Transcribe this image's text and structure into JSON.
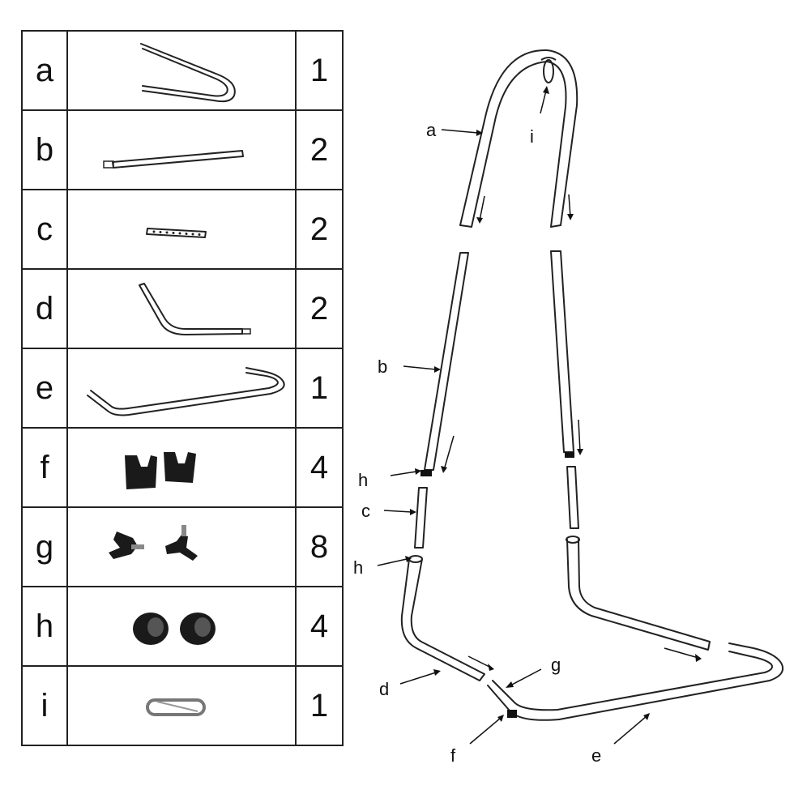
{
  "parts": [
    {
      "letter": "a",
      "qty": "1",
      "icon": "u-tube-icon"
    },
    {
      "letter": "b",
      "qty": "2",
      "icon": "straight-tube-icon"
    },
    {
      "letter": "c",
      "qty": "2",
      "icon": "perforated-tube-icon"
    },
    {
      "letter": "d",
      "qty": "2",
      "icon": "bent-tube-icon"
    },
    {
      "letter": "e",
      "qty": "1",
      "icon": "base-tube-icon"
    },
    {
      "letter": "f",
      "qty": "4",
      "icon": "foot-clip-icon"
    },
    {
      "letter": "g",
      "qty": "8",
      "icon": "knob-screw-icon"
    },
    {
      "letter": "h",
      "qty": "4",
      "icon": "rubber-ring-icon"
    },
    {
      "letter": "i",
      "qty": "1",
      "icon": "carabiner-icon"
    }
  ],
  "assembly": {
    "labels": {
      "a": "a",
      "b": "b",
      "c": "c",
      "d": "d",
      "e": "e",
      "f": "f",
      "g": "g",
      "h1": "h",
      "h2": "h",
      "i": "i"
    }
  }
}
